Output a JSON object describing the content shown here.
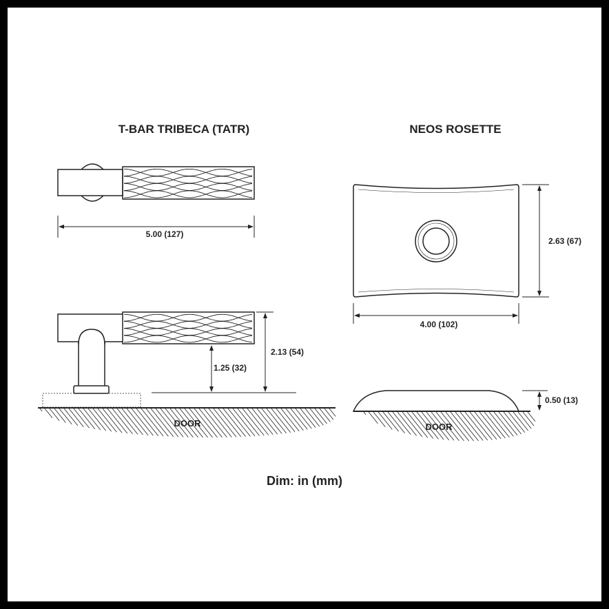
{
  "tbar": {
    "title": "T-BAR TRIBECA (TATR)",
    "length_dim": "5.00 (127)",
    "clearance_dim": "1.25 (32)",
    "projection_dim": "2.13 (54)",
    "door_label": "DOOR"
  },
  "rosette": {
    "title": "NEOS ROSETTE",
    "height_dim": "2.63 (67)",
    "width_dim": "4.00 (102)",
    "thickness_dim": "0.50 (13)",
    "door_label": "DOOR"
  },
  "footer": {
    "units_note": "Dim: in (mm)"
  },
  "colors": {
    "frame": "#000000",
    "line": "#222222",
    "background": "#ffffff"
  }
}
